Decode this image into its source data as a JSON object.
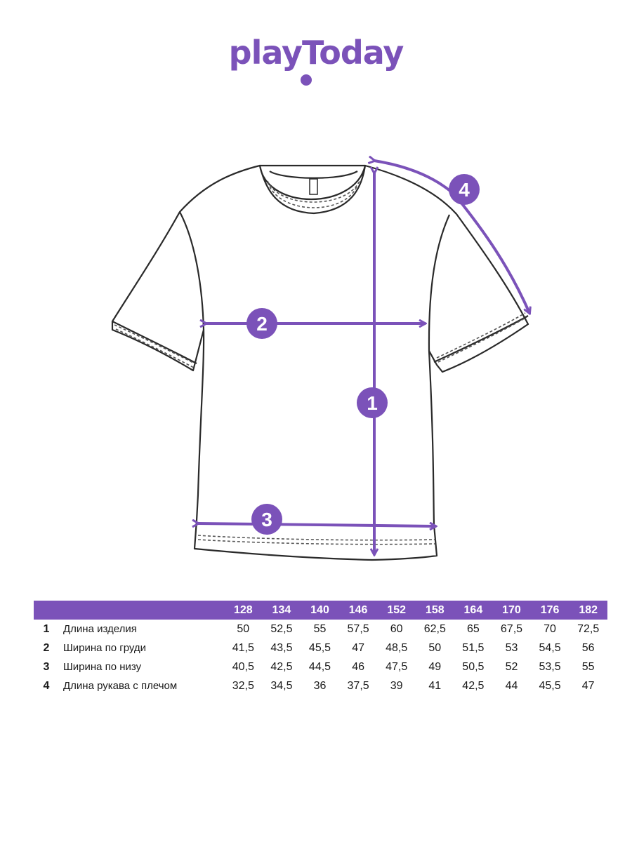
{
  "brand": {
    "logo_text": "playToday"
  },
  "colors": {
    "accent": "#7b52b9",
    "outline": "#2a2a2a",
    "stitch": "#555555"
  },
  "badges": [
    {
      "id": "1",
      "label": "1"
    },
    {
      "id": "2",
      "label": "2"
    },
    {
      "id": "3",
      "label": "3"
    },
    {
      "id": "4",
      "label": "4"
    }
  ],
  "table": {
    "sizes": [
      "128",
      "134",
      "140",
      "146",
      "152",
      "158",
      "164",
      "170",
      "176",
      "182"
    ],
    "rows": [
      {
        "num": "1",
        "label": "Длина изделия",
        "values": [
          "50",
          "52,5",
          "55",
          "57,5",
          "60",
          "62,5",
          "65",
          "67,5",
          "70",
          "72,5"
        ]
      },
      {
        "num": "2",
        "label": "Ширина по груди",
        "values": [
          "41,5",
          "43,5",
          "45,5",
          "47",
          "48,5",
          "50",
          "51,5",
          "53",
          "54,5",
          "56"
        ]
      },
      {
        "num": "3",
        "label": "Ширина по низу",
        "values": [
          "40,5",
          "42,5",
          "44,5",
          "46",
          "47,5",
          "49",
          "50,5",
          "52",
          "53,5",
          "55"
        ]
      },
      {
        "num": "4",
        "label": "Длина рукава с плечом",
        "values": [
          "32,5",
          "34,5",
          "36",
          "37,5",
          "39",
          "41",
          "42,5",
          "44",
          "45,5",
          "47"
        ]
      }
    ]
  }
}
